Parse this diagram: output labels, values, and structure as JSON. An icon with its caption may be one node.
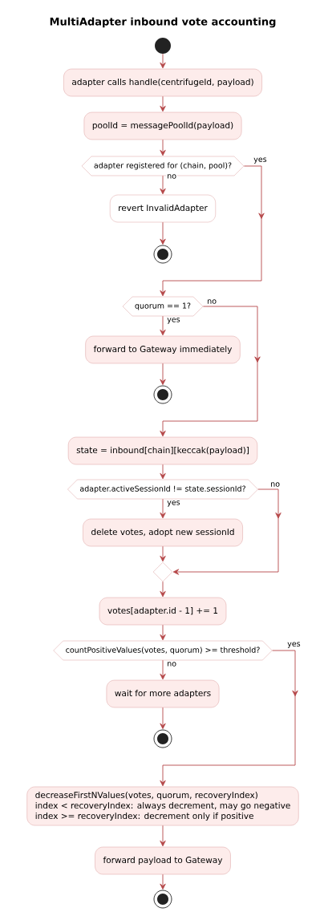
{
  "diagram": {
    "title": "MultiAdapter inbound vote accounting",
    "nodes": [
      {
        "text": [],
        "shape": "circle"
      },
      {
        "text": [
          "adapter calls handle(centrifugeId, payload)"
        ]
      },
      {
        "text": [
          "poolId = messagePoolId(payload)"
        ]
      },
      {
        "text": [
          "adapter registered for (chain, pool)?"
        ]
      },
      {
        "text": [
          "revert InvalidAdapter"
        ]
      },
      {
        "text": [],
        "shape": "circle"
      },
      {
        "text": [
          "quorum == 1?"
        ]
      },
      {
        "text": [
          "forward to Gateway immediately"
        ]
      },
      {
        "text": [],
        "shape": "circle"
      },
      {
        "text": [
          "state = inbound[chain][keccak(payload)]"
        ]
      },
      {
        "text": [
          "adapter.activeSessionId != state.sessionId?"
        ]
      },
      {
        "text": [
          "delete votes, adopt new sessionId"
        ]
      },
      {
        "text": [],
        "shape": "diamond"
      },
      {
        "text": [
          "votes[adapter.id - 1] += 1"
        ]
      },
      {
        "text": [
          "countPositiveValues(votes, quorum) >= threshold?"
        ]
      },
      {
        "text": [
          "wait for more adapters"
        ]
      },
      {
        "text": [],
        "shape": "circle"
      },
      {
        "text": [
          "decreaseFirstNValues(votes, quorum, recoveryIndex)",
          "index < recoveryIndex: always decrement, may go negative",
          "index >= recoveryIndex: decrement only if positive"
        ]
      },
      {
        "text": [
          "forward payload to Gateway"
        ]
      },
      {
        "text": [],
        "shape": "circle"
      }
    ],
    "edges": [
      {
        "from": 0,
        "to": 1,
        "arrow": "to"
      },
      {
        "from": 1,
        "to": 2,
        "arrow": "to"
      },
      {
        "from": 2,
        "to": 3,
        "arrow": "to"
      },
      {
        "from": 3,
        "to": 4,
        "arrow": "to",
        "label": "no"
      },
      {
        "from": 4,
        "to": 5,
        "arrow": "to"
      },
      {
        "from": 3,
        "to": 6,
        "arrow": "to",
        "label": "yes"
      },
      {
        "from": 6,
        "to": 7,
        "arrow": "to",
        "label": "yes"
      },
      {
        "from": 7,
        "to": 8,
        "arrow": "to"
      },
      {
        "from": 6,
        "to": 9,
        "arrow": "to",
        "label": "no"
      },
      {
        "from": 9,
        "to": 10,
        "arrow": "to"
      },
      {
        "from": 10,
        "to": 11,
        "arrow": "to",
        "label": "yes"
      },
      {
        "from": 11,
        "to": 12,
        "arrow": "to"
      },
      {
        "from": 10,
        "to": 12,
        "arrow": "to",
        "label": "no"
      },
      {
        "from": 12,
        "to": 13,
        "arrow": "to"
      },
      {
        "from": 13,
        "to": 14,
        "arrow": "to"
      },
      {
        "from": 14,
        "to": 15,
        "arrow": "to",
        "label": "no"
      },
      {
        "from": 15,
        "to": 16,
        "arrow": "to"
      },
      {
        "from": 14,
        "to": 17,
        "arrow": "to",
        "label": "yes"
      },
      {
        "from": 17,
        "to": 18,
        "arrow": "to"
      },
      {
        "from": 18,
        "to": 19,
        "arrow": "to"
      }
    ]
  }
}
